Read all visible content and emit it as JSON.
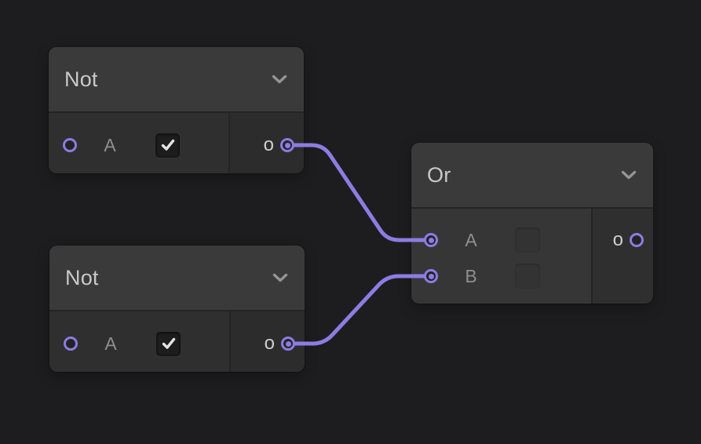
{
  "theme": {
    "bg": "#1d1d1f",
    "accent": "#8d7ce2",
    "header-bg": "#3a3a3b",
    "title-color": "#c9c9c9",
    "label-color": "#8f8f8f",
    "outlabel-color": "#cfcfcf",
    "divider": "#242426",
    "not-body": "#2f2f30",
    "not-out": "#2c2c2d",
    "or-body": "#363637",
    "or-out": "#2f2f30",
    "checkbox-bg": "#1d1d1d",
    "check-color": "#e3e3e3",
    "valuebox-bg": "#333334"
  },
  "nodes": [
    {
      "id": "not1",
      "title": "Not",
      "collapse_icon": "chevron-down",
      "inputs": [
        {
          "label": "A",
          "connected": false,
          "control": "checkbox",
          "checked": true
        }
      ],
      "outputs": [
        {
          "label": "o",
          "connected": true
        }
      ]
    },
    {
      "id": "not2",
      "title": "Not",
      "collapse_icon": "chevron-down",
      "inputs": [
        {
          "label": "A",
          "connected": false,
          "control": "checkbox",
          "checked": true
        }
      ],
      "outputs": [
        {
          "label": "o",
          "connected": true
        }
      ]
    },
    {
      "id": "or1",
      "title": "Or",
      "collapse_icon": "chevron-down",
      "inputs": [
        {
          "label": "A",
          "connected": true,
          "control": "value-box"
        },
        {
          "label": "B",
          "connected": true,
          "control": "value-box"
        }
      ],
      "outputs": [
        {
          "label": "o",
          "connected": false
        }
      ]
    }
  ],
  "connections": [
    {
      "from": "not1:out:o",
      "to": "or1:in:A"
    },
    {
      "from": "not2:out:o",
      "to": "or1:in:B"
    }
  ]
}
